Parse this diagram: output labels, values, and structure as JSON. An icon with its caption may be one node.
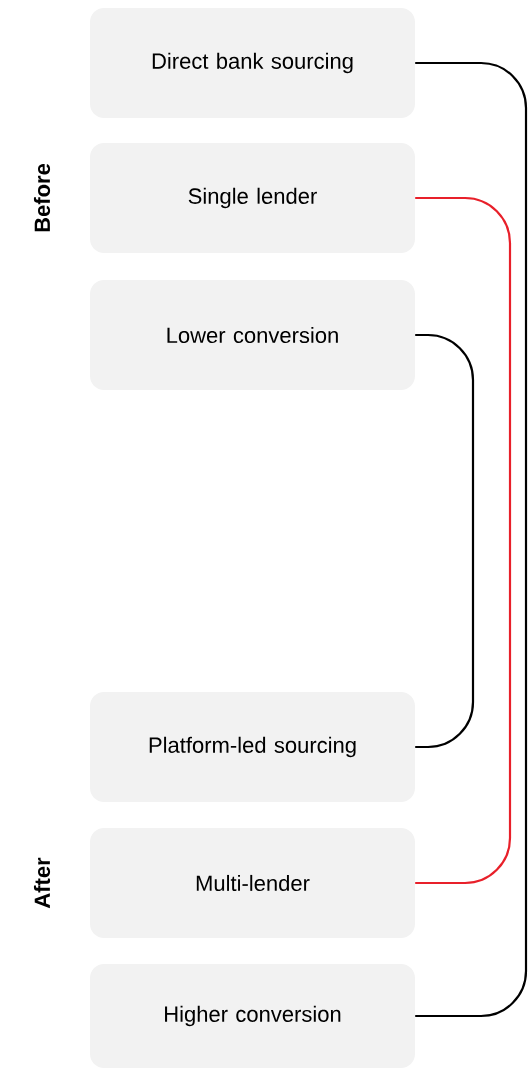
{
  "diagram": {
    "nodes": [
      {
        "text": [
          "Direct bank sourcing"
        ]
      },
      {
        "text": [
          "Single lender"
        ]
      },
      {
        "text": [
          "Lower conversion"
        ]
      },
      {
        "text": [
          "Platform-led sourcing"
        ]
      },
      {
        "text": [
          "Multi-lender"
        ]
      },
      {
        "text": [
          "Higher conversion"
        ]
      }
    ],
    "edges": [
      {
        "from": 0,
        "to": 5,
        "arrow": "none"
      },
      {
        "from": 1,
        "to": 4,
        "arrow": "none",
        "color": "#e8202a"
      },
      {
        "from": 2,
        "to": 3,
        "arrow": "none"
      }
    ],
    "labels": [
      "Before",
      "After"
    ]
  }
}
